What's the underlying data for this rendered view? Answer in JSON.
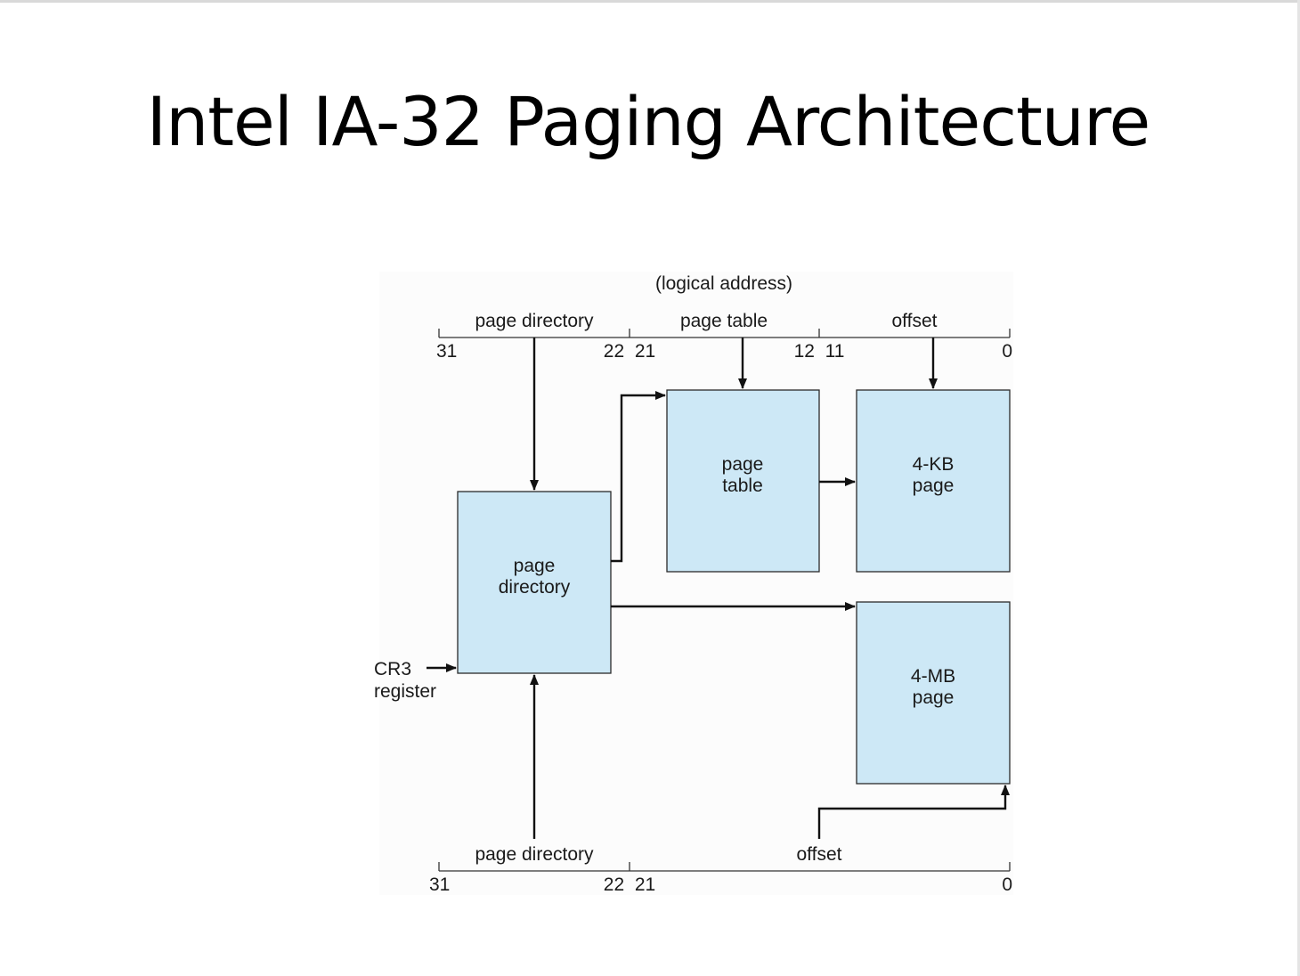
{
  "slide": {
    "title": "Intel IA-32 Paging Architecture"
  },
  "diagram": {
    "logical_address_label": "(logical address)",
    "top_address": {
      "fields": [
        "page directory",
        "page table",
        "offset"
      ],
      "bits": {
        "b31": "31",
        "b22_21": "22  21",
        "b12_11": "12  11",
        "b0": "0"
      }
    },
    "boxes": {
      "page_directory": [
        "page",
        "directory"
      ],
      "page_table": [
        "page",
        "table"
      ],
      "page_4kb": [
        "4-KB",
        "page"
      ],
      "page_4mb": [
        "4-MB",
        "page"
      ]
    },
    "cr3": [
      "CR3",
      "register"
    ],
    "bottom_address": {
      "fields": [
        "page directory",
        "offset"
      ],
      "bits": {
        "b31": "31",
        "b22_21": "22  21",
        "b0": "0"
      }
    },
    "colors": {
      "box_fill": "#cde8f6",
      "line": "#111111"
    }
  }
}
